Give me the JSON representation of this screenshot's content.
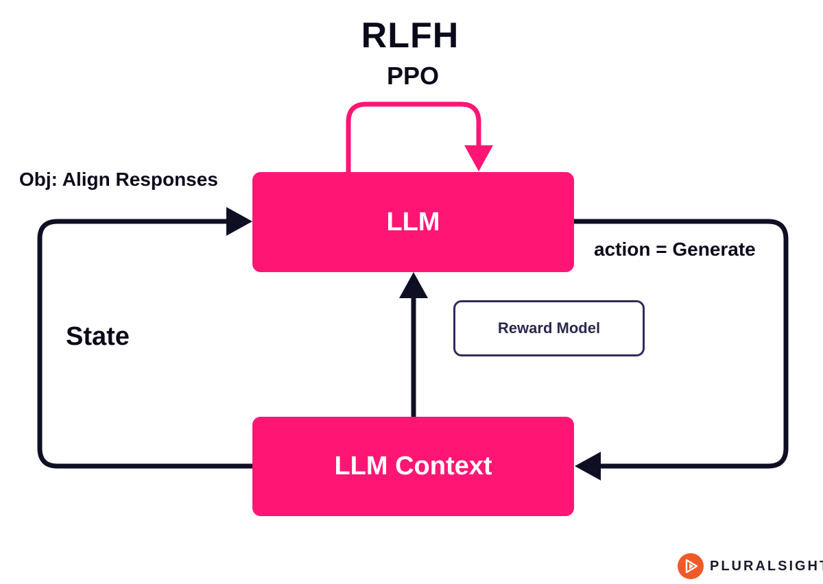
{
  "diagram": {
    "title": "RLFH",
    "subtitle": "PPO",
    "objective_label": "Obj: Align Responses",
    "action_label": "action = Generate",
    "state_label": "State",
    "nodes": {
      "llm": "LLM",
      "context": "LLM Context",
      "reward_model": "Reward Model"
    }
  },
  "branding": {
    "name": "PLURALSIGHT",
    "logo_icon": "pluralsight-play-icon"
  },
  "colors": {
    "accent": "#ff1675",
    "dark": "#0f0f24",
    "reward_border": "#2f2b5a",
    "logo_orange": "#f05a28"
  }
}
